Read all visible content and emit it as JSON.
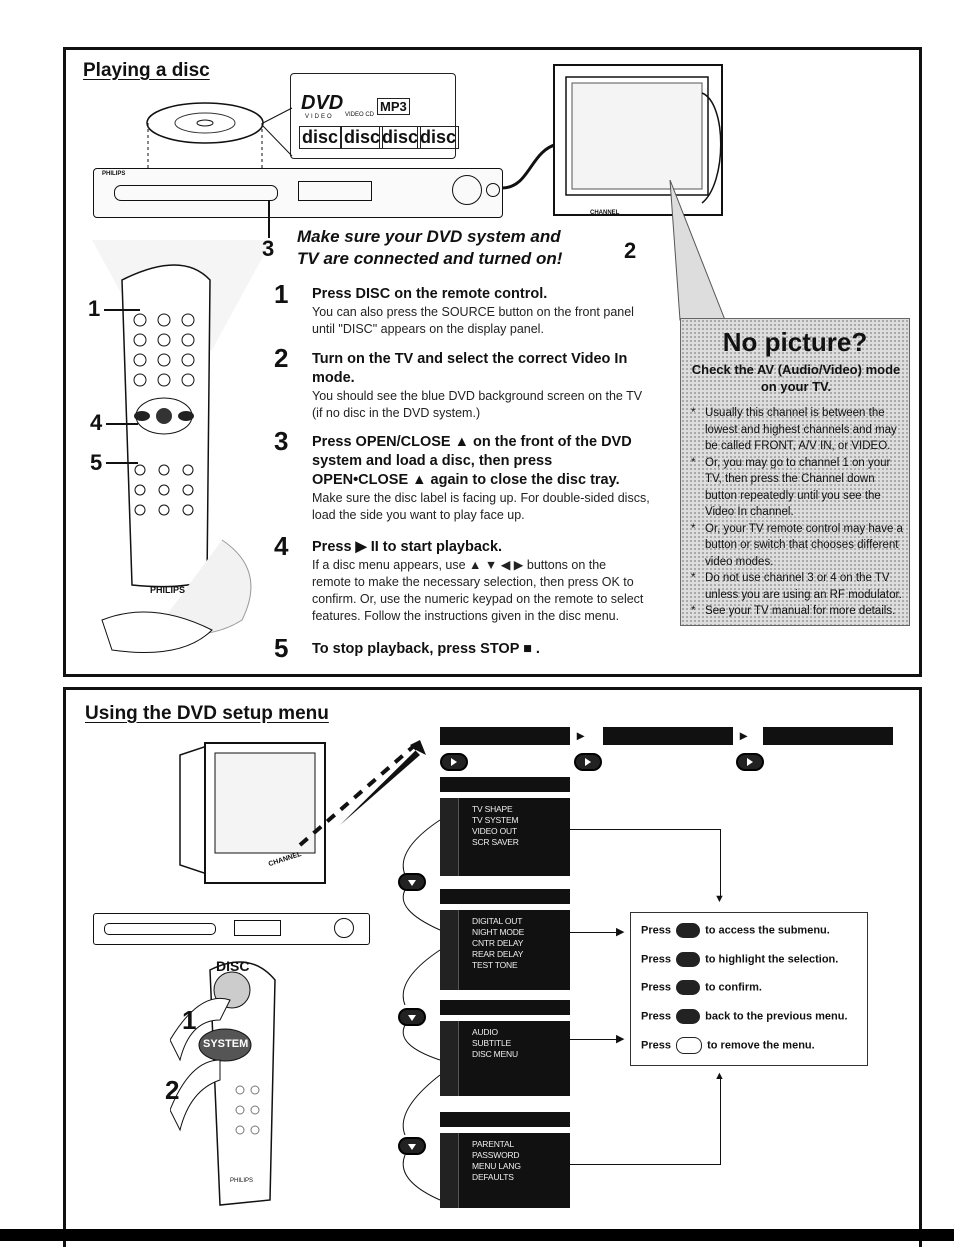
{
  "section1": {
    "title": "Playing a disc",
    "subtitle_line1": "Make sure your DVD system and",
    "subtitle_line2": "TV are connected and turned on!",
    "callouts": {
      "c1": "1",
      "c2": "2",
      "c3": "3",
      "c4": "4",
      "c5": "5"
    },
    "device": {
      "brand": "PHILIPS",
      "tv_channel_label": "CHANNEL"
    },
    "logos": {
      "dvd": "DVD",
      "dvd_sub": "VIDEO",
      "vcd": "VIDEO CD",
      "mp3": "MP3",
      "disc": "disc"
    },
    "remote": {
      "brand": "PHILIPS"
    },
    "steps": [
      {
        "num": "1",
        "head": "Press DISC on the remote control.",
        "body": "You can also press the SOURCE button on the front panel until \"DISC\" appears on the display panel."
      },
      {
        "num": "2",
        "head": "Turn on the TV and select the correct Video In mode.",
        "body": "You should see the blue DVD background screen on the TV (if no disc in the DVD system.)"
      },
      {
        "num": "3",
        "head": "Press OPEN/CLOSE ▲ on the front of the DVD system and load a disc, then press OPEN•CLOSE ▲ again to close the disc tray.",
        "body": "Make sure the disc label is facing up. For double-sided discs, load the side you want to play face up."
      },
      {
        "num": "4",
        "head": "Press ▶ II  to start playback.",
        "body": "If a disc menu appears, use ▲ ▼ ◀ ▶ buttons on the remote to make the necessary selection, then press OK to confirm. Or, use the numeric keypad on the remote to select features. Follow the instructions given in the disc menu."
      },
      {
        "num": "5",
        "head": "To stop playback, press STOP ■ .",
        "body": ""
      }
    ],
    "no_picture": {
      "title": "No picture?",
      "subtitle": "Check the AV (Audio/Video) mode on your TV.",
      "items": [
        "Usually this channel is between the lowest and highest channels and may be called FRONT, A/V IN, or VIDEO.",
        "Or, you may go to channel 1 on your TV, then press the Channel down button repeatedly until you see the Video In channel.",
        "Or, your TV remote control may have a button or switch that chooses different video modes.",
        "Do not use channel 3 or 4 on the TV unless you are using an RF modulator.",
        "See your TV manual for more details."
      ]
    }
  },
  "section2": {
    "title": "Using the DVD setup menu",
    "callouts": {
      "c1": "1",
      "c2": "2"
    },
    "remote_keys": {
      "disc": "DISC",
      "system": "SYSTEM",
      "brand": "PHILIPS"
    },
    "tv_channel_label": "CHANNEL",
    "menus": [
      {
        "items": [
          "TV SHAPE",
          "TV SYSTEM",
          "VIDEO OUT",
          "SCR SAVER"
        ]
      },
      {
        "items": [
          "DIGITAL OUT",
          "NIGHT MODE",
          "CNTR DELAY",
          "REAR DELAY",
          "TEST TONE"
        ]
      },
      {
        "items": [
          "AUDIO",
          "SUBTITLE",
          "DISC MENU"
        ]
      },
      {
        "items": [
          "PARENTAL",
          "PASSWORD",
          "MENU LANG",
          "DEFAULTS"
        ]
      }
    ],
    "help": [
      {
        "press": "Press",
        "text": "to access the submenu."
      },
      {
        "press": "Press",
        "text": "to highlight the selection."
      },
      {
        "press": "Press",
        "text": "to confirm."
      },
      {
        "press": "Press",
        "text": "back to the previous menu."
      },
      {
        "press": "Press",
        "text": "to remove the menu."
      }
    ]
  }
}
